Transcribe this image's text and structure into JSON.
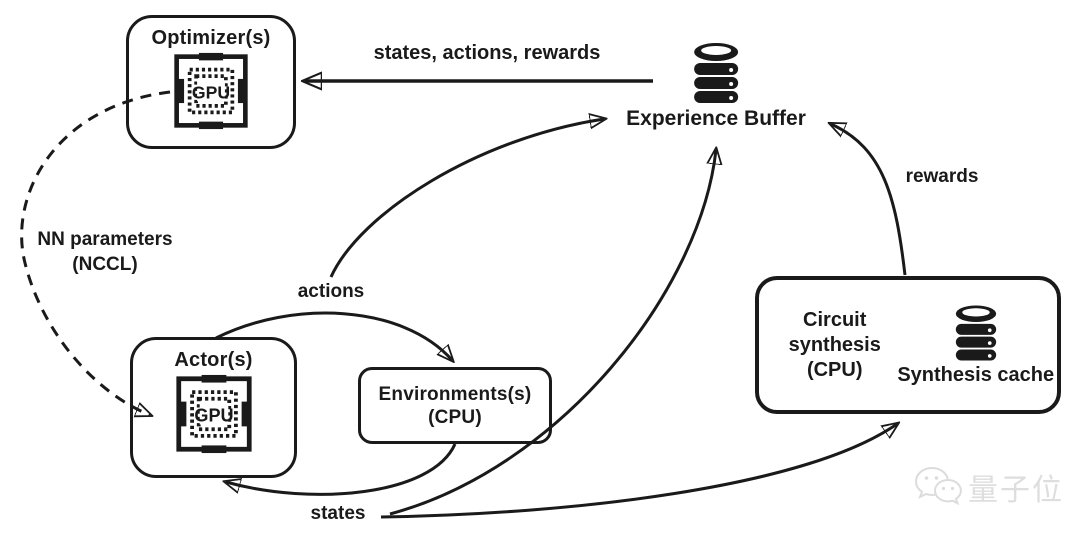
{
  "diagram": {
    "nodes": {
      "optimizer": {
        "label": "Optimizer(s)",
        "chip_label": "GPU"
      },
      "actor": {
        "label": "Actor(s)",
        "chip_label": "GPU"
      },
      "environments": {
        "label_line1": "Environments(s)",
        "label_line2": "(CPU)"
      },
      "circuit_synthesis": {
        "label_line1": "Circuit",
        "label_line2": "synthesis",
        "label_line3": "(CPU)",
        "cache_label": "Synthesis cache"
      },
      "experience_buffer": {
        "label": "Experience Buffer"
      }
    },
    "edge_labels": {
      "states_actions_rewards": "states, actions, rewards",
      "nn_parameters_line1": "NN parameters",
      "nn_parameters_line2": "(NCCL)",
      "actions": "actions",
      "states": "states",
      "rewards": "rewards"
    },
    "colors": {
      "ink": "#1a1a1a",
      "background": "#ffffff",
      "watermark": "#dedede"
    }
  },
  "watermark": {
    "text": "量子位"
  }
}
